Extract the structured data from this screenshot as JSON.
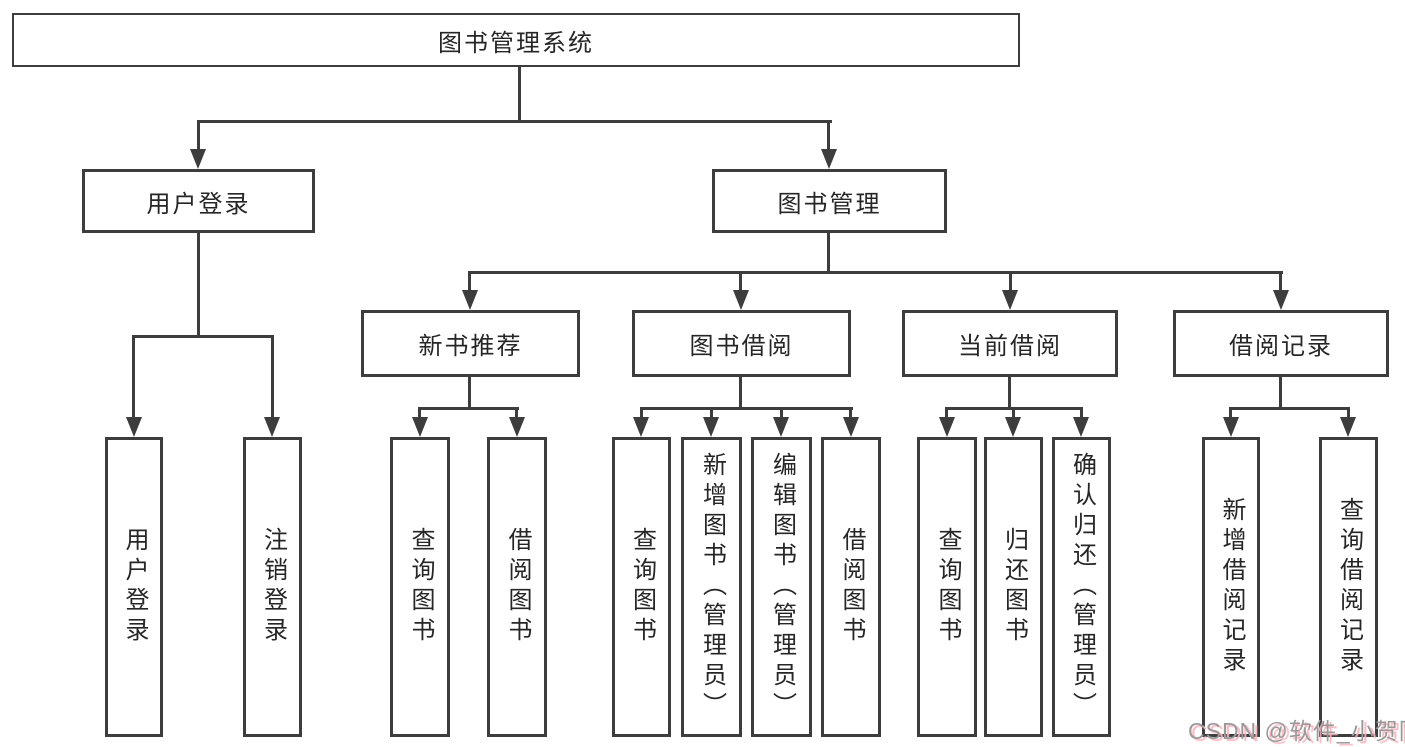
{
  "title": "图书管理系统",
  "nodes": {
    "root": "图书管理系统",
    "user_login": "用户登录",
    "book_mgmt": "图书管理",
    "user_login_v": "用户登录",
    "logout_v": "注销登录",
    "new_book_rec": "新书推荐",
    "book_borrow": "图书借阅",
    "current_borrow": "当前借阅",
    "borrow_record": "借阅记录",
    "rec_query_book": "查询图书",
    "rec_borrow_book": "借阅图书",
    "bb_query_book": "查询图书",
    "bb_add_book": "新增图书（管理员）",
    "bb_edit_book": "编辑图书（管理员）",
    "bb_borrow_book": "借阅图书",
    "cb_query_book": "查询图书",
    "cb_return_book": "归还图书",
    "cb_confirm_return": "确认归还（管理员）",
    "br_add_record": "新增借阅记录",
    "br_query_record": "查询借阅记录"
  },
  "watermark": "CSDN @软件_小贺同学",
  "colors": {
    "line": "#3d3d3d",
    "text": "#262626",
    "background": "#ffffff",
    "watermark_text": "#999999",
    "watermark_shadow": "#f8b4bd"
  }
}
